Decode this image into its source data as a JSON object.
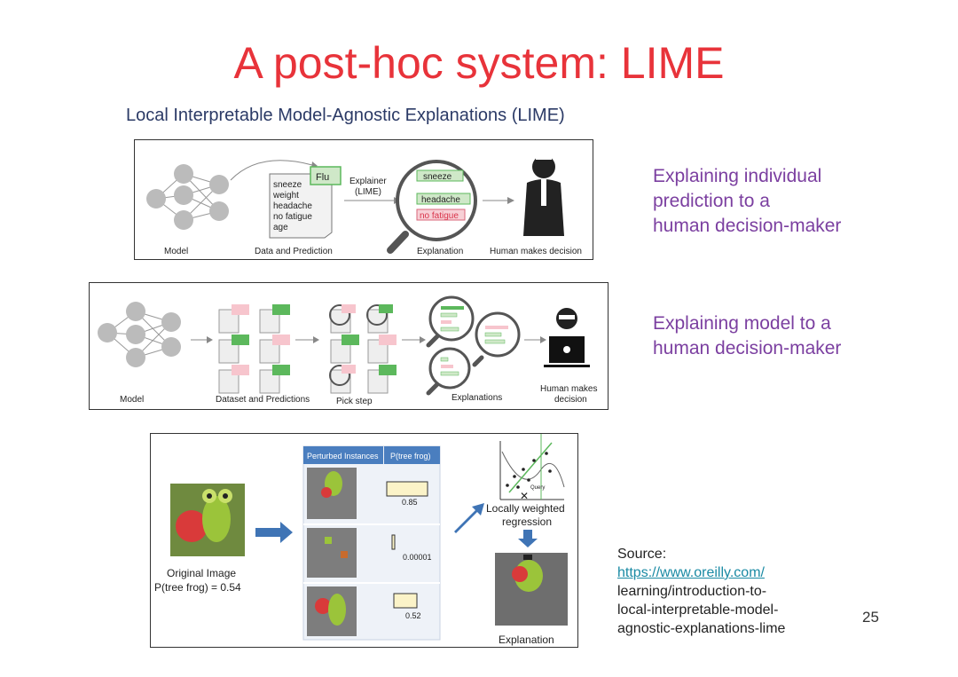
{
  "slide": {
    "title": "A post-hoc system: LIME",
    "subtitle": "Local Interpretable Model-Agnostic Explanations (LIME)",
    "side_text_1": [
      "Explaining individual",
      "prediction to a",
      "human decision-maker"
    ],
    "side_text_2": [
      "Explaining model to a",
      "human decision-maker"
    ],
    "source": {
      "label": "Source:",
      "link": "https://www.oreilly.com/",
      "lines": [
        "learning/introduction-to-",
        "local-interpretable-model-",
        "agnostic-explanations-lime"
      ]
    },
    "page_number": "25"
  },
  "figure1": {
    "features": [
      "sneeze",
      "weight",
      "headache",
      "no fatigue",
      "age"
    ],
    "prediction": "Flu",
    "explainer": [
      "Explainer",
      "(LIME)"
    ],
    "explanation_items": [
      "sneeze",
      "headache",
      "no fatigue"
    ],
    "captions": [
      "Model",
      "Data and Prediction",
      "Explanation",
      "Human makes decision"
    ]
  },
  "figure2": {
    "captions": [
      "Model",
      "Dataset and Predictions",
      "Pick step",
      "Explanations",
      "Human makes",
      "decision"
    ]
  },
  "figure3": {
    "table_headers": [
      "Perturbed Instances",
      "P(tree frog)"
    ],
    "probabilities": [
      "0.85",
      "0.00001",
      "0.52"
    ],
    "original_caption": [
      "Original Image",
      "P(tree frog)  = 0.54"
    ],
    "regression_caption": [
      "Locally weighted",
      "regression"
    ],
    "query_label": "Query",
    "explanation_caption": "Explanation"
  },
  "colors": {
    "title": "#e8333a",
    "subtitle": "#2b3a66",
    "side_text": "#7b3fa0",
    "link": "#1a8aa4",
    "green_bar": "#5cb85c",
    "pink_bar": "#f2b8c0",
    "arrow_blue": "#3f74b5",
    "table_header": "#4a7ebf"
  }
}
